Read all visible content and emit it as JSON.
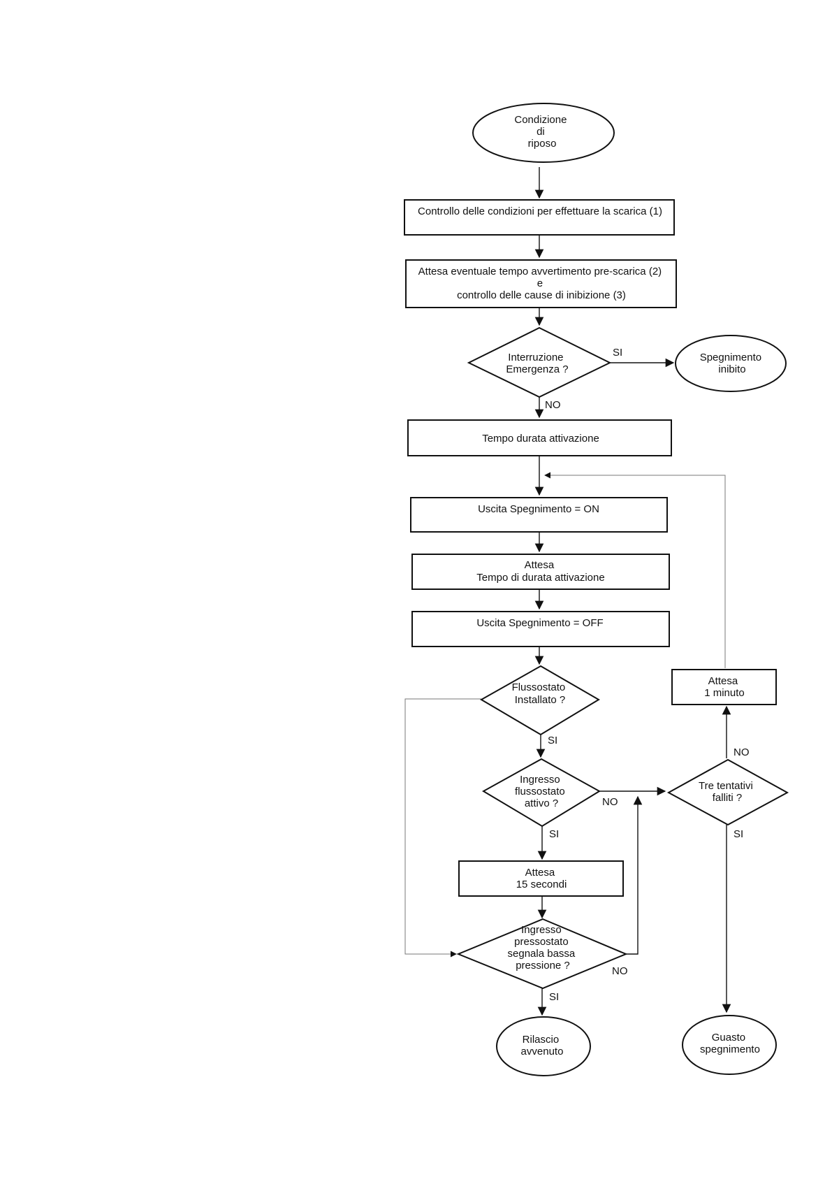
{
  "nodes": {
    "start": [
      "Condizione",
      "di",
      "riposo"
    ],
    "check_conditions": [
      "Controllo delle condizioni per effettuare la scarica (1)"
    ],
    "wait_prewarning": [
      "Attesa eventuale tempo avvertimento pre-scarica (2)",
      "e",
      "controllo delle cause di inibizione (3)"
    ],
    "emergency_q": [
      "Interruzione",
      "Emergenza ?"
    ],
    "inhibited": [
      "Spegnimento",
      "inibito"
    ],
    "activation_time": [
      "Tempo durata attivazione"
    ],
    "output_on": [
      "Uscita Spegnimento = ON"
    ],
    "wait_activation": [
      "Attesa",
      "Tempo di durata attivazione"
    ],
    "output_off": [
      "Uscita Spegnimento = OFF"
    ],
    "flow_installed_q": [
      "Flussostato",
      "Installato ?"
    ],
    "flow_active_q": [
      "Ingresso",
      "flussostato",
      "attivo ?"
    ],
    "wait_15s": [
      "Attesa",
      "15 secondi"
    ],
    "pressure_q": [
      "Ingresso",
      "pressostato",
      "segnala bassa",
      "pressione ?"
    ],
    "released": [
      "Rilascio",
      "avvenuto"
    ],
    "three_attempts_q": [
      "Tre tentativi",
      "falliti ?"
    ],
    "wait_1min": [
      "Attesa",
      "1 minuto"
    ],
    "fault": [
      "Guasto",
      "spegnimento"
    ]
  },
  "edge_labels": {
    "emergency_yes": "SI",
    "emergency_no": "NO",
    "flow_installed_yes": "SI",
    "flow_active_no": "NO",
    "flow_active_yes": "SI",
    "pressure_no": "NO",
    "pressure_yes": "SI",
    "attempts_no": "NO",
    "attempts_yes": "SI"
  }
}
